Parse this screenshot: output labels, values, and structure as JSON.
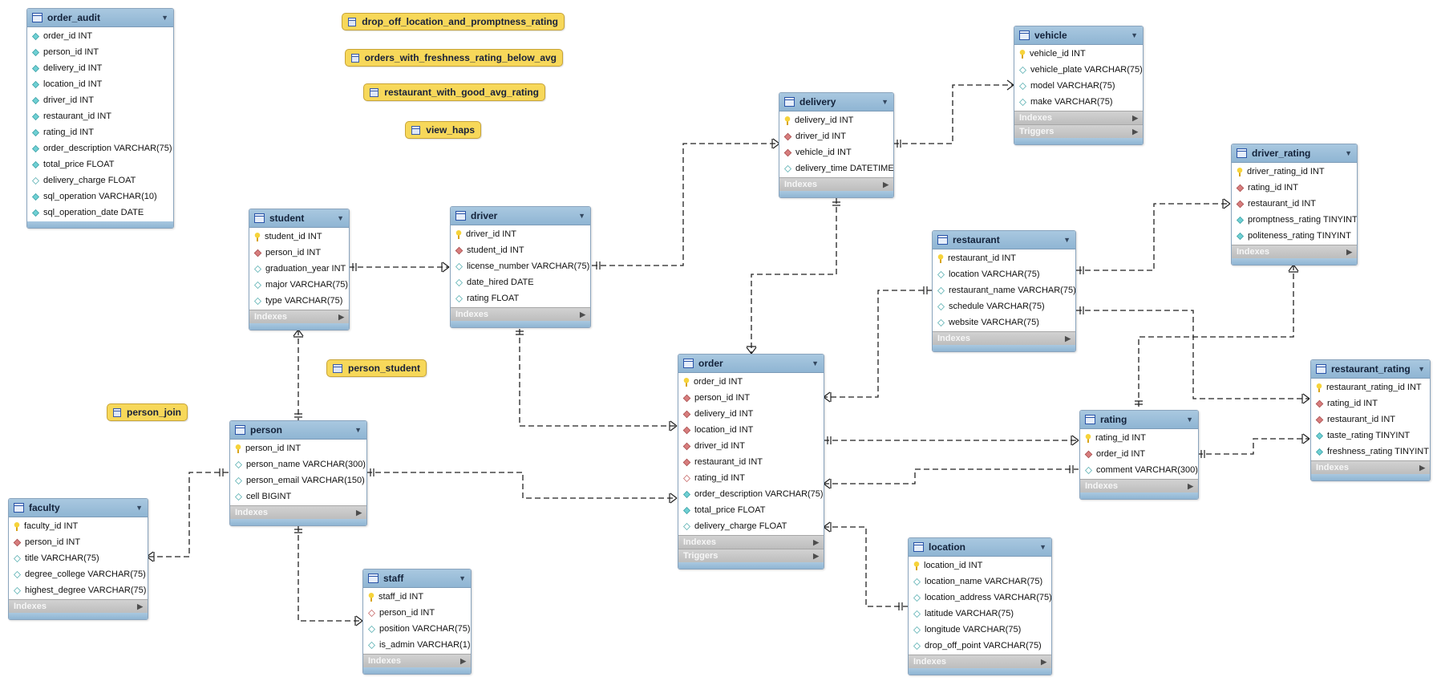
{
  "tables": {
    "order_audit": {
      "name": "order_audit",
      "columns": [
        {
          "text": "order_id INT",
          "kind": "nn"
        },
        {
          "text": "person_id INT",
          "kind": "nn"
        },
        {
          "text": "delivery_id INT",
          "kind": "nn"
        },
        {
          "text": "location_id INT",
          "kind": "nn"
        },
        {
          "text": "driver_id INT",
          "kind": "nn"
        },
        {
          "text": "restaurant_id INT",
          "kind": "nn"
        },
        {
          "text": "rating_id INT",
          "kind": "nn"
        },
        {
          "text": "order_description VARCHAR(75)",
          "kind": "nn"
        },
        {
          "text": "total_price FLOAT",
          "kind": "nn"
        },
        {
          "text": "delivery_charge FLOAT",
          "kind": "col"
        },
        {
          "text": "sql_operation VARCHAR(10)",
          "kind": "nn"
        },
        {
          "text": "sql_operation_date DATE",
          "kind": "nn"
        }
      ],
      "sections": []
    },
    "student": {
      "name": "student",
      "columns": [
        {
          "text": "student_id INT",
          "kind": "pk"
        },
        {
          "text": "person_id INT",
          "kind": "fk"
        },
        {
          "text": "graduation_year INT",
          "kind": "col"
        },
        {
          "text": "major VARCHAR(75)",
          "kind": "col"
        },
        {
          "text": "type VARCHAR(75)",
          "kind": "col"
        }
      ],
      "sections": [
        "Indexes"
      ]
    },
    "driver": {
      "name": "driver",
      "columns": [
        {
          "text": "driver_id INT",
          "kind": "pk"
        },
        {
          "text": "student_id INT",
          "kind": "fk"
        },
        {
          "text": "license_number VARCHAR(75)",
          "kind": "col"
        },
        {
          "text": "date_hired DATE",
          "kind": "col"
        },
        {
          "text": "rating FLOAT",
          "kind": "col"
        }
      ],
      "sections": [
        "Indexes"
      ]
    },
    "delivery": {
      "name": "delivery",
      "columns": [
        {
          "text": "delivery_id INT",
          "kind": "pk"
        },
        {
          "text": "driver_id INT",
          "kind": "fk"
        },
        {
          "text": "vehicle_id INT",
          "kind": "fk"
        },
        {
          "text": "delivery_time DATETIME",
          "kind": "col"
        }
      ],
      "sections": [
        "Indexes"
      ]
    },
    "vehicle": {
      "name": "vehicle",
      "columns": [
        {
          "text": "vehicle_id INT",
          "kind": "pk"
        },
        {
          "text": "vehicle_plate VARCHAR(75)",
          "kind": "col"
        },
        {
          "text": "model VARCHAR(75)",
          "kind": "col"
        },
        {
          "text": "make VARCHAR(75)",
          "kind": "col"
        }
      ],
      "sections": [
        "Indexes",
        "Triggers"
      ]
    },
    "driver_rating": {
      "name": "driver_rating",
      "columns": [
        {
          "text": "driver_rating_id INT",
          "kind": "pk"
        },
        {
          "text": "rating_id INT",
          "kind": "fk"
        },
        {
          "text": "restaurant_id INT",
          "kind": "fk"
        },
        {
          "text": "promptness_rating TINYINT",
          "kind": "nn"
        },
        {
          "text": "politeness_rating TINYINT",
          "kind": "nn"
        }
      ],
      "sections": [
        "Indexes"
      ]
    },
    "restaurant": {
      "name": "restaurant",
      "columns": [
        {
          "text": "restaurant_id INT",
          "kind": "pk"
        },
        {
          "text": "location VARCHAR(75)",
          "kind": "col"
        },
        {
          "text": "restaurant_name VARCHAR(75)",
          "kind": "col"
        },
        {
          "text": "schedule VARCHAR(75)",
          "kind": "col"
        },
        {
          "text": "website VARCHAR(75)",
          "kind": "col"
        }
      ],
      "sections": [
        "Indexes"
      ]
    },
    "person": {
      "name": "person",
      "columns": [
        {
          "text": "person_id INT",
          "kind": "pk"
        },
        {
          "text": "person_name VARCHAR(300)",
          "kind": "col"
        },
        {
          "text": "person_email VARCHAR(150)",
          "kind": "col"
        },
        {
          "text": "cell BIGINT",
          "kind": "col"
        }
      ],
      "sections": [
        "Indexes"
      ]
    },
    "order": {
      "name": "order",
      "columns": [
        {
          "text": "order_id INT",
          "kind": "pk"
        },
        {
          "text": "person_id INT",
          "kind": "fk"
        },
        {
          "text": "delivery_id INT",
          "kind": "fk"
        },
        {
          "text": "location_id INT",
          "kind": "fk"
        },
        {
          "text": "driver_id INT",
          "kind": "fk"
        },
        {
          "text": "restaurant_id INT",
          "kind": "fk"
        },
        {
          "text": "rating_id INT",
          "kind": "fk-nullable"
        },
        {
          "text": "order_description VARCHAR(75)",
          "kind": "nn"
        },
        {
          "text": "total_price FLOAT",
          "kind": "nn"
        },
        {
          "text": "delivery_charge FLOAT",
          "kind": "col"
        }
      ],
      "sections": [
        "Indexes",
        "Triggers"
      ]
    },
    "rating": {
      "name": "rating",
      "columns": [
        {
          "text": "rating_id INT",
          "kind": "pk"
        },
        {
          "text": "order_id INT",
          "kind": "fk"
        },
        {
          "text": "comment VARCHAR(300)",
          "kind": "col"
        }
      ],
      "sections": [
        "Indexes"
      ]
    },
    "restaurant_rating": {
      "name": "restaurant_rating",
      "columns": [
        {
          "text": "restaurant_rating_id INT",
          "kind": "pk"
        },
        {
          "text": "rating_id INT",
          "kind": "fk"
        },
        {
          "text": "restaurant_id INT",
          "kind": "fk"
        },
        {
          "text": "taste_rating TINYINT",
          "kind": "nn"
        },
        {
          "text": "freshness_rating TINYINT",
          "kind": "nn"
        }
      ],
      "sections": [
        "Indexes"
      ]
    },
    "faculty": {
      "name": "faculty",
      "columns": [
        {
          "text": "faculty_id INT",
          "kind": "pk"
        },
        {
          "text": "person_id INT",
          "kind": "fk"
        },
        {
          "text": "title VARCHAR(75)",
          "kind": "col"
        },
        {
          "text": "degree_college VARCHAR(75)",
          "kind": "col"
        },
        {
          "text": "highest_degree VARCHAR(75)",
          "kind": "col"
        }
      ],
      "sections": [
        "Indexes"
      ]
    },
    "staff": {
      "name": "staff",
      "columns": [
        {
          "text": "staff_id INT",
          "kind": "pk"
        },
        {
          "text": "person_id INT",
          "kind": "fk-nullable"
        },
        {
          "text": "position VARCHAR(75)",
          "kind": "col"
        },
        {
          "text": "is_admin VARCHAR(1)",
          "kind": "col"
        }
      ],
      "sections": [
        "Indexes"
      ]
    },
    "location": {
      "name": "location",
      "columns": [
        {
          "text": "location_id INT",
          "kind": "pk"
        },
        {
          "text": "location_name VARCHAR(75)",
          "kind": "col"
        },
        {
          "text": "location_address VARCHAR(75)",
          "kind": "col"
        },
        {
          "text": "latitude VARCHAR(75)",
          "kind": "col"
        },
        {
          "text": "longitude VARCHAR(75)",
          "kind": "col"
        },
        {
          "text": "drop_off_point VARCHAR(75)",
          "kind": "col"
        }
      ],
      "sections": [
        "Indexes"
      ]
    }
  },
  "views": {
    "drop_off": "drop_off_location_and_promptness_rating",
    "freshness": "orders_with_freshness_rating_below_avg",
    "good_avg": "restaurant_with_good_avg_rating",
    "haps": "view_haps",
    "person_student": "person_student",
    "person_join": "person_join"
  },
  "colors": {
    "table_header": "#a9c8e0",
    "view_fill": "#f7d85a",
    "connector": "#222222",
    "section_fill": "#c8c8c8"
  },
  "icons": {
    "table": "table-icon",
    "view": "view-icon",
    "primary_key": "key-icon",
    "foreign_key": "red-diamond-icon",
    "column": "diamond-icon"
  }
}
